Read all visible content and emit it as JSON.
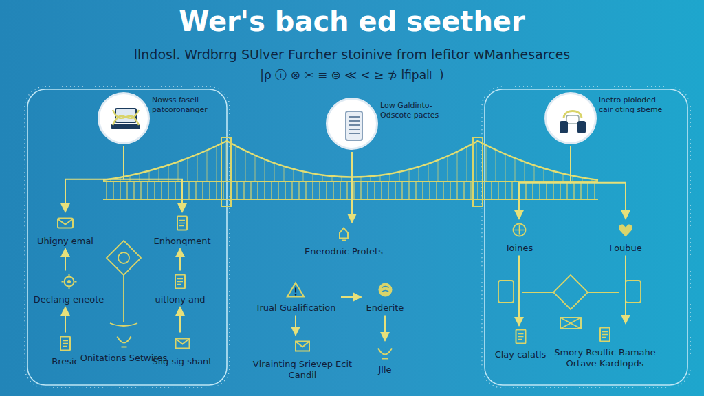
{
  "diagram": {
    "title": "Wer's bach ed seether",
    "nodes": [
      {
        "text": [
          "Nowss fasell patcoronanger"
        ]
      },
      {
        "text": [
          "Low Galdinto- Odscote pactes"
        ]
      },
      {
        "text": [
          "lnetro ploloded cair oting sbeme"
        ]
      },
      {
        "text": [
          "Uhigny emal"
        ]
      },
      {
        "text": [
          "Enhonqment"
        ]
      },
      {
        "text": [
          "Declang eneote"
        ]
      },
      {
        "text": [
          "uitlony and"
        ]
      },
      {
        "text": [
          "Onitations Setwires"
        ]
      },
      {
        "text": [
          "Bresic"
        ]
      },
      {
        "text": [
          "Silg sig shant"
        ]
      },
      {
        "text": [
          "Enerodnic Profets"
        ]
      },
      {
        "text": [
          "Trual Gualification"
        ]
      },
      {
        "text": [
          "Enderite"
        ]
      },
      {
        "text": [
          "Vlrainting Srievep Ecit Candil"
        ]
      },
      {
        "text": [
          "Jlle"
        ]
      },
      {
        "text": [
          "Toines"
        ]
      },
      {
        "text": [
          "Foubue"
        ]
      },
      {
        "text": [
          "Clay calatls"
        ]
      },
      {
        "text": [
          "Smory Reulfic Bamahe Ortave Kardlopds"
        ]
      }
    ],
    "edges": [
      {
        "from": 0,
        "to": 3,
        "arrow": "to"
      },
      {
        "from": 0,
        "to": 4,
        "arrow": "to"
      },
      {
        "from": 5,
        "to": 3,
        "arrow": "to"
      },
      {
        "from": 8,
        "to": 5,
        "arrow": "to"
      },
      {
        "from": 6,
        "to": 4,
        "arrow": "to"
      },
      {
        "from": 9,
        "to": 6,
        "arrow": "to"
      },
      {
        "from": 1,
        "to": 10,
        "arrow": "to"
      },
      {
        "from": 11,
        "to": 12,
        "arrow": "to"
      },
      {
        "from": 11,
        "to": 13,
        "arrow": "to"
      },
      {
        "from": 12,
        "to": 14,
        "arrow": "to"
      },
      {
        "from": 2,
        "to": 15,
        "arrow": "to"
      },
      {
        "from": 2,
        "to": 16,
        "arrow": "to"
      },
      {
        "from": 15,
        "to": 17,
        "arrow": "to"
      },
      {
        "from": 16,
        "to": 18,
        "arrow": "to"
      }
    ],
    "labels": [
      "llndosl. Wrdbrrg SUlver Furcher stoinive from lefitor wManhesarces",
      "|ρ ⓘ ⊗ ✂ ≡ ⊜ ≪ < ≥ ⊅ lfipal⊧ )"
    ]
  }
}
